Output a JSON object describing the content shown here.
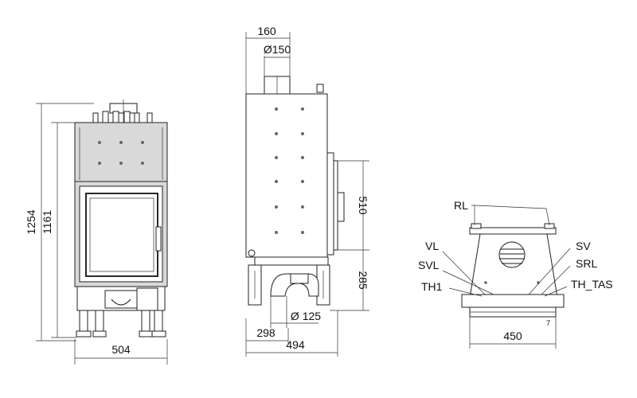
{
  "front_view": {
    "dim_total_height": "1254",
    "dim_body_height": "1161",
    "dim_width": "504"
  },
  "side_view": {
    "dim_top": "160",
    "dim_flue": "Ø150",
    "dim_door": "510",
    "dim_lower": "285",
    "dim_air_inlet": "Ø 125",
    "dim_depth_inner": "298",
    "dim_depth_total": "494"
  },
  "rear_view": {
    "label_rl": "RL",
    "label_vl": "VL",
    "label_svl": "SVL",
    "label_th1": "TH1",
    "label_sv": "SV",
    "label_srl": "SRL",
    "label_th_tas": "TH_TAS",
    "dim_width": "450"
  }
}
